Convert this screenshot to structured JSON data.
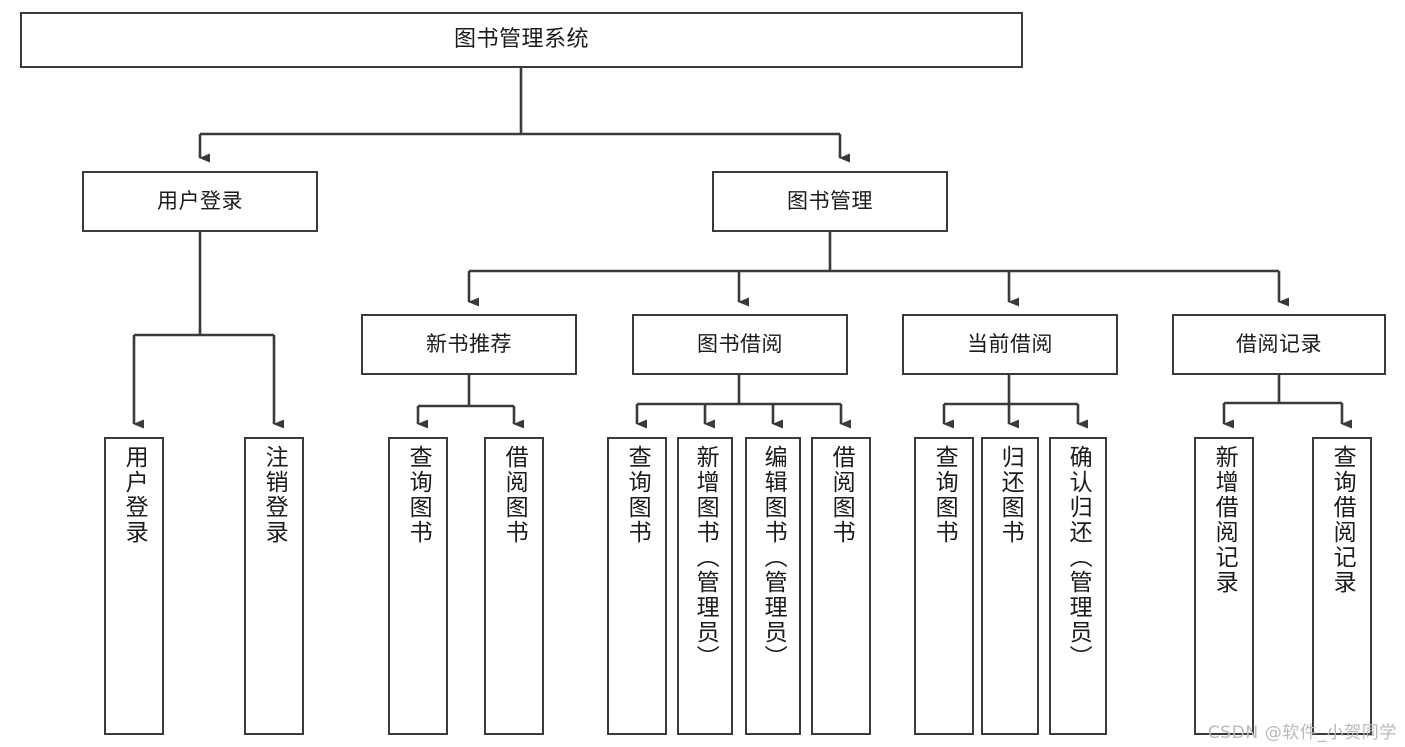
{
  "diagram": {
    "title": "图书管理系统",
    "type": "tree",
    "watermark": "CSDN @软件_小贺同学",
    "colors": {
      "stroke": "#3a3a3a",
      "fill": "#ffffff",
      "text": "#1b1b1b",
      "watermark": "#b9b9b9"
    },
    "nodes": {
      "root": {
        "label": "图书管理系统"
      },
      "level2": [
        {
          "label": "用户登录"
        },
        {
          "label": "图书管理"
        }
      ],
      "level3": [
        {
          "label": "新书推荐"
        },
        {
          "label": "图书借阅"
        },
        {
          "label": "当前借阅"
        },
        {
          "label": "借阅记录"
        }
      ],
      "leaves": {
        "user_login": [
          {
            "label": "用户登录"
          },
          {
            "label": "注销登录"
          }
        ],
        "new_book_recommend": [
          {
            "label": "查询图书"
          },
          {
            "label": "借阅图书"
          }
        ],
        "book_borrow": [
          {
            "label": "查询图书"
          },
          {
            "label": "新增图书（管理员）"
          },
          {
            "label": "编辑图书（管理员）"
          },
          {
            "label": "借阅图书"
          }
        ],
        "current_borrow": [
          {
            "label": "查询图书"
          },
          {
            "label": "归还图书"
          },
          {
            "label": "确认归还（管理员）"
          }
        ],
        "borrow_record": [
          {
            "label": "新增借阅记录"
          },
          {
            "label": "查询借阅记录"
          }
        ]
      }
    }
  }
}
